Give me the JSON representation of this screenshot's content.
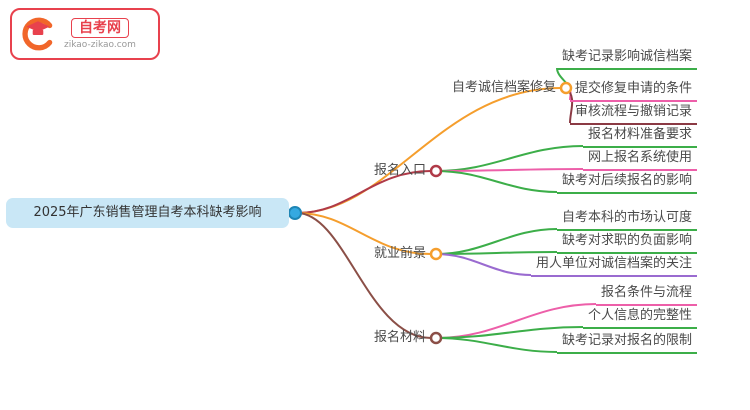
{
  "logo": {
    "site_name": "自考网",
    "site_url": "zikao-zikao.com"
  },
  "root": {
    "label": "2025年广东销售管理自考本科缺考影响"
  },
  "branches": [
    {
      "label": "自考诚信档案修复",
      "color": "#f59e2d",
      "leaves": [
        {
          "text": "缺考记录影响诚信档案",
          "color": "#3cae49"
        },
        {
          "text": "提交修复申请的条件",
          "color": "#ed5fa9"
        },
        {
          "text": "审核流程与撤销记录",
          "color": "#8b3a44"
        }
      ]
    },
    {
      "label": "报名入口",
      "color": "#b03a48",
      "leaves": [
        {
          "text": "报名材料准备要求",
          "color": "#3cae49"
        },
        {
          "text": "网上报名系统使用",
          "color": "#ed5fa9"
        },
        {
          "text": "缺考对后续报名的影响",
          "color": "#3cae49"
        }
      ]
    },
    {
      "label": "就业前景",
      "color": "#f59e2d",
      "leaves": [
        {
          "text": "自考本科的市场认可度",
          "color": "#3cae49"
        },
        {
          "text": "缺考对求职的负面影响",
          "color": "#3cae49"
        },
        {
          "text": "用人单位对诚信档案的关注",
          "color": "#9a6bd0"
        }
      ]
    },
    {
      "label": "报名材料",
      "color": "#8b4f47",
      "leaves": [
        {
          "text": "报名条件与流程",
          "color": "#ed5fa9"
        },
        {
          "text": "个人信息的完整性",
          "color": "#3cae49"
        },
        {
          "text": "缺考记录对报名的限制",
          "color": "#3cae49"
        }
      ]
    }
  ],
  "colors": {
    "root_fill": "#c9e7f6",
    "root_circle_fill": "#35a9e1",
    "root_circle_border": "#1f86b5",
    "node_circle_fill": "#ffffff",
    "logo_red": "#e8414d",
    "logo_orange": "#f1662a"
  }
}
